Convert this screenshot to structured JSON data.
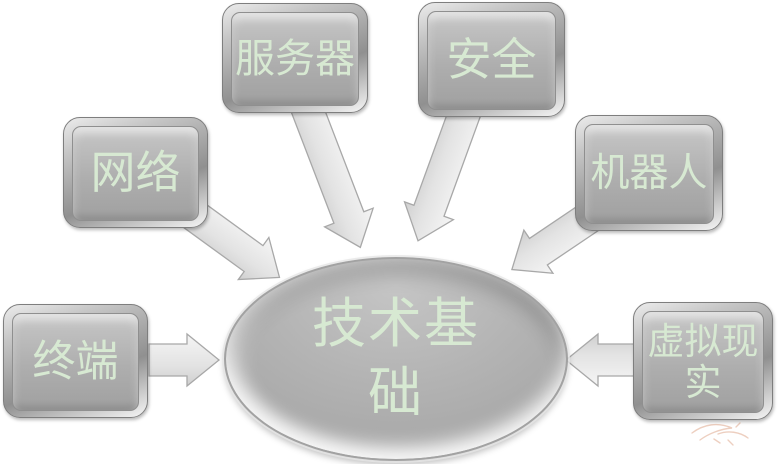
{
  "palette": {
    "background": "#ffffff",
    "shape_fill_gray": "#b1b1b1",
    "shape_bevel_light": "#f2f2f2",
    "shape_outline": "#7e7e7e",
    "label_green": "#d7e9d2",
    "arrow_fill": "#e6e6e6",
    "arrow_outline": "#a8a8a8",
    "watermark_salmon": "#e0a98e"
  },
  "diagram": {
    "type": "radial-convergence",
    "center": {
      "label": "技术基础",
      "shape": "ellipse"
    },
    "nodes": {
      "server": {
        "label": "服务器",
        "position": "top-left"
      },
      "security": {
        "label": "安全",
        "position": "top-right"
      },
      "network": {
        "label": "网络",
        "position": "upper-left"
      },
      "robot": {
        "label": "机器人",
        "position": "upper-right"
      },
      "terminal": {
        "label": "终端",
        "position": "left"
      },
      "vr": {
        "label": "虚拟现实",
        "position": "right"
      }
    },
    "connections": [
      {
        "from": "network",
        "to": "center",
        "direction": "down-right"
      },
      {
        "from": "server",
        "to": "center",
        "direction": "down-right"
      },
      {
        "from": "security",
        "to": "center",
        "direction": "down-left"
      },
      {
        "from": "robot",
        "to": "center",
        "direction": "down-left"
      },
      {
        "from": "terminal",
        "to": "center",
        "direction": "right"
      },
      {
        "from": "vr",
        "to": "center",
        "direction": "left"
      }
    ]
  }
}
